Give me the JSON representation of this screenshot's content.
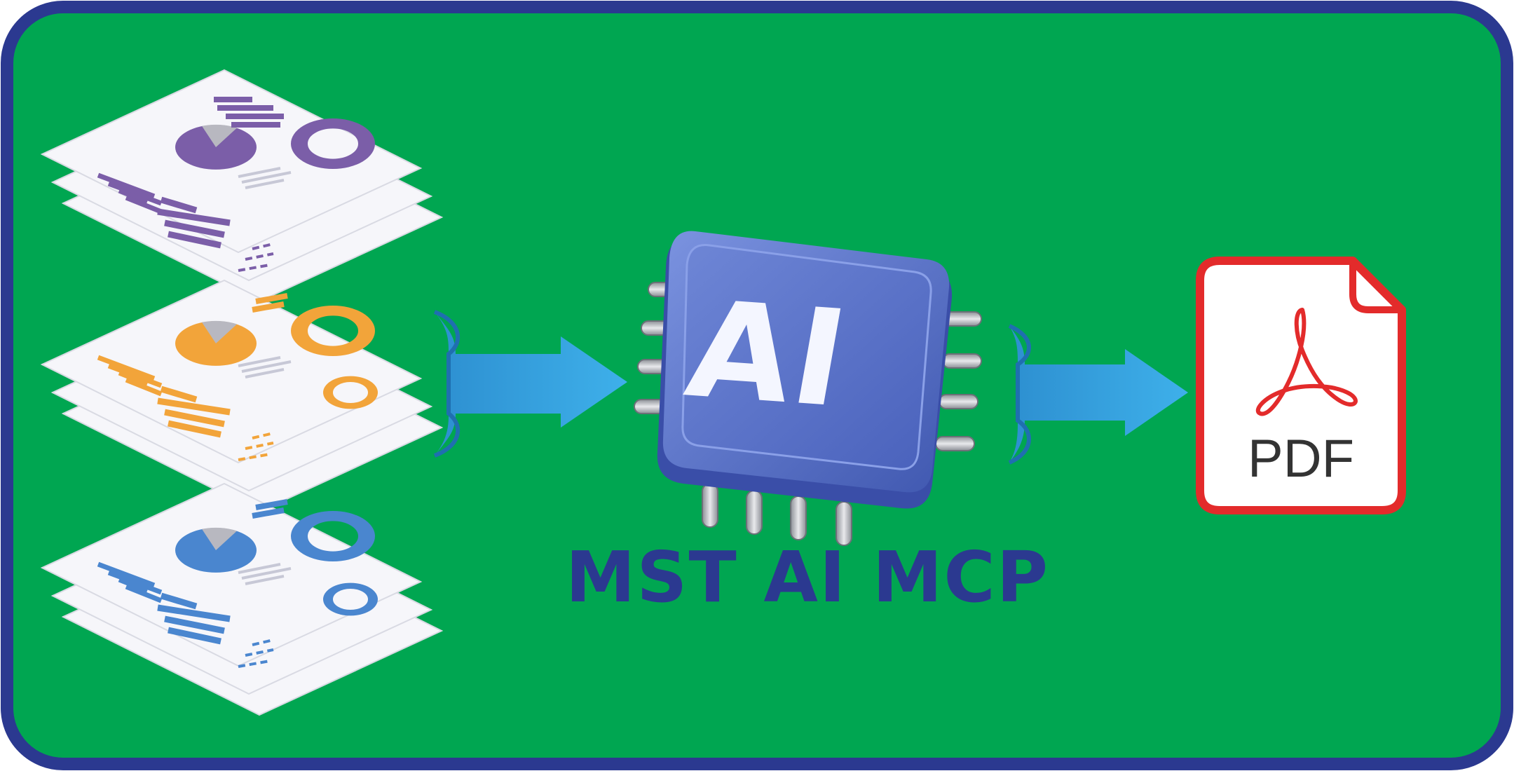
{
  "diagram": {
    "caption": "MST AI MCP",
    "chip_label": "AI",
    "output_label": "PDF"
  },
  "icons": {
    "document_stacks": [
      "document-stack-icon",
      "document-stack-icon",
      "document-stack-icon"
    ],
    "chip": "ai-chip-icon",
    "arrows": [
      "right-arrow-icon",
      "right-arrow-icon"
    ],
    "output": "pdf-file-icon"
  },
  "colors": {
    "background": "#00a651",
    "border": "#2b3990",
    "caption": "#2b3990",
    "arrow": "#36a4e0",
    "chip": "#5a72c6",
    "pdf_accent": "#e32b2b",
    "stack_purple": "#7b5ea8",
    "stack_orange": "#f2a43a",
    "stack_blue": "#4a86cf"
  }
}
